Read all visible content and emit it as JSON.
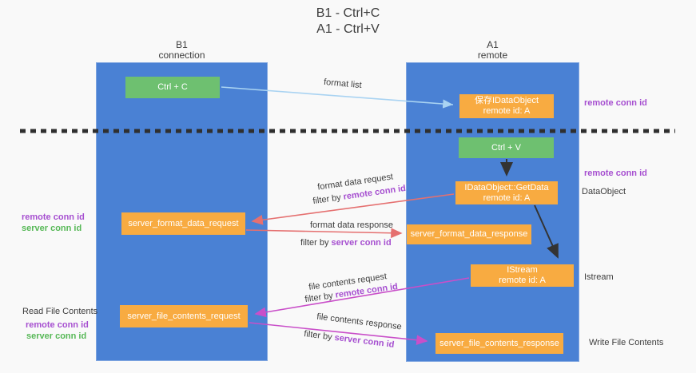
{
  "title": {
    "line1": "B1 - Ctrl+C",
    "line2": "A1 - Ctrl+V"
  },
  "lifelines": {
    "left": {
      "name": "B1",
      "role": "connection"
    },
    "right": {
      "name": "A1",
      "role": "remote"
    }
  },
  "boxes": {
    "ctrl_c": "Ctrl + C",
    "ctrl_v": "Ctrl + V",
    "save_dataobject_line1": "保存IDataObject",
    "save_dataobject_line2": "remote id: A",
    "getdata_line1": "IDataObject::GetData",
    "getdata_line2": "remote id: A",
    "istream_line1": "IStream",
    "istream_line2": "remote id: A",
    "format_request": "server_format_data_request",
    "format_response": "server_format_data_response",
    "file_request": "server_file_contents_request",
    "file_response": "server_file_contents_response"
  },
  "arrow_labels": {
    "format_list": "format list",
    "format_data_request": "format data request",
    "format_data_response": "format data response",
    "file_contents_request": "file contents request",
    "file_contents_response": "file contents response",
    "filter_by": "filter by ",
    "remote_conn_id": "remote conn id",
    "server_conn_id": "server conn id"
  },
  "side_labels": {
    "remote_conn_id": "remote conn id",
    "server_conn_id": "server conn id",
    "read_file_contents": "Read File Contents",
    "write_file_contents": "Write File Contents",
    "dataobject": "DataObject",
    "istream": "Istream"
  },
  "colors": {
    "lifeline_blue": "#4a81d4",
    "box_green": "#6ec070",
    "box_orange": "#f8ab41",
    "arrow_lightblue": "#a9d3f2",
    "arrow_black": "#333333",
    "arrow_red": "#e57070",
    "arrow_magenta": "#c94fc9",
    "text_purple": "#a64fd0",
    "text_green": "#56b856",
    "separator_black": "#2f2f2f"
  }
}
